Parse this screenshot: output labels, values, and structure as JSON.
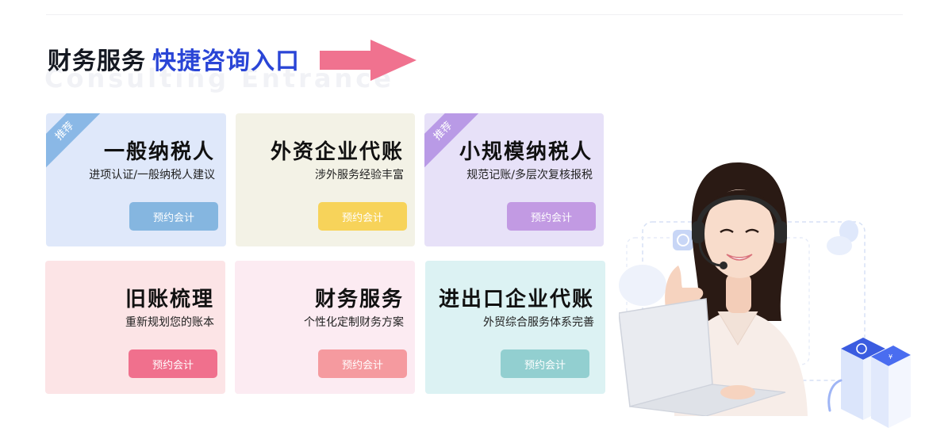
{
  "header": {
    "title_main": "财务服务",
    "title_accent": "快捷咨询入口",
    "subtitle_en": "Consulting Entrance"
  },
  "colors": {
    "title_accent": "#2a45d6",
    "arrow": "#f0728f"
  },
  "ribbon_label": "推荐",
  "cards": [
    {
      "title": "一般纳税人",
      "desc": "进项认证/一般纳税人建议",
      "button": "预约会计",
      "recommended": true,
      "bg": "#dfe8fa",
      "btn_color": "#85b6e0"
    },
    {
      "title": "外资企业代账",
      "desc": "涉外服务经验丰富",
      "button": "预约会计",
      "recommended": false,
      "bg": "#f3f2e6",
      "btn_color": "#f7d35a"
    },
    {
      "title": "小规模纳税人",
      "desc": "规范记账/多层次复核报税",
      "button": "预约会计",
      "recommended": true,
      "bg": "#e7e1f8",
      "btn_color": "#c29ae3"
    },
    {
      "title": "旧账梳理",
      "desc": "重新规划您的账本",
      "button": "预约会计",
      "recommended": false,
      "bg": "#fce4e6",
      "btn_color": "#f0708d"
    },
    {
      "title": "财务服务",
      "desc": "个性化定制财务方案",
      "button": "预约会计",
      "recommended": false,
      "bg": "#fcebf2",
      "btn_color": "#f59a9f"
    },
    {
      "title": "进出口企业代账",
      "desc": "外贸综合服务体系完善",
      "button": "预约会计",
      "recommended": false,
      "bg": "#dcf2f3",
      "btn_color": "#92cfd0"
    }
  ],
  "illustration": {
    "person": "customer-service-agent-with-headset",
    "laptop": "laptop-icon",
    "decor": "isometric-blocks-icon"
  }
}
